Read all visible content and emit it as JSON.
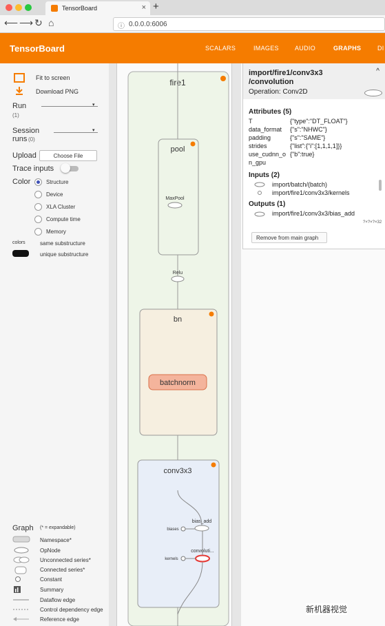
{
  "browser": {
    "tab_title": "TensorBoard",
    "url": "0.0.0.0:6006"
  },
  "app": {
    "title": "TensorBoard",
    "nav": [
      "SCALARS",
      "IMAGES",
      "AUDIO",
      "GRAPHS",
      "DI"
    ],
    "active_nav": "GRAPHS",
    "accent_color": "#f57c00"
  },
  "sidebar": {
    "fit_to_screen": "Fit to screen",
    "download_png": "Download PNG",
    "run_label": "Run",
    "run_count": "(1)",
    "session_runs_label": "Session\nruns",
    "session_runs_count": "(0)",
    "upload_label": "Upload",
    "choose_file": "Choose File",
    "trace_inputs": "Trace inputs",
    "color_label": "Color",
    "color_options": [
      "Structure",
      "Device",
      "XLA Cluster",
      "Compute time",
      "Memory"
    ],
    "color_selected": "Structure",
    "colors_label": "colors",
    "same_substructure": "same substructure",
    "unique_substructure": "unique substructure",
    "graph_legend_title": "Graph",
    "graph_legend_note": "(* = expandable)",
    "legend_items": [
      "Namespace*",
      "OpNode",
      "Unconnected series*",
      "Connected series*",
      "Constant",
      "Summary",
      "Dataflow edge",
      "Control dependency edge",
      "Reference edge"
    ]
  },
  "graph": {
    "fire1": "fire1",
    "pool": "pool",
    "maxpool": "MaxPool",
    "relu": "Relu",
    "bn": "bn",
    "batchnorm": "batchnorm",
    "conv3x3": "conv3x3",
    "bias_add": "bias_add",
    "biases": "biases",
    "kernels": "kernels",
    "convolution": "convoluti..."
  },
  "info_panel": {
    "node_name": "import/fire1/conv3x3\n/convolution",
    "operation": "Operation: Conv2D",
    "attributes_title": "Attributes (5)",
    "attributes": [
      {
        "k": "T",
        "v": "{\"type\":\"DT_FLOAT\"}"
      },
      {
        "k": "data_format",
        "v": "{\"s\":\"NHWC\"}"
      },
      {
        "k": "padding",
        "v": "{\"s\":\"SAME\"}"
      },
      {
        "k": "strides",
        "v": "{\"list\":{\"i\":[1,1,1,1]}}"
      },
      {
        "k": "use_cudnn_o",
        "v": "{\"b\":true}"
      },
      {
        "k": "n_gpu",
        "v": ""
      }
    ],
    "inputs_title": "Inputs (2)",
    "inputs": [
      "import/batch/(batch)",
      "import/fire1/conv3x3/kernels"
    ],
    "outputs_title": "Outputs (1)",
    "outputs": [
      "import/fire1/conv3x3/bias_add"
    ],
    "output_shape": "?×?×?×32",
    "remove_button": "Remove from main graph"
  },
  "watermark": "新机器视觉"
}
